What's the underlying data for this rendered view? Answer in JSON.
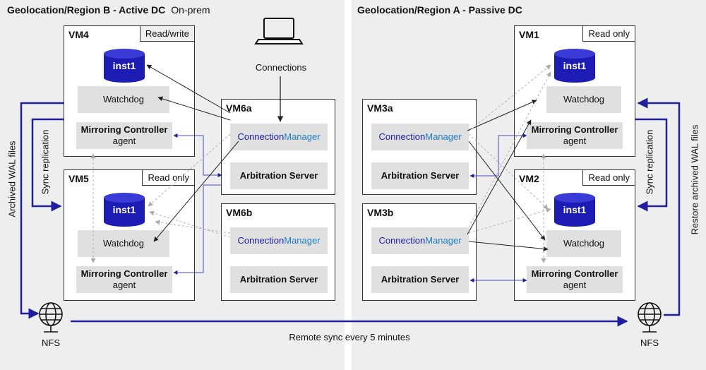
{
  "regions": {
    "b": {
      "title": "Geolocation/Region B - Active DC",
      "note": "On-prem"
    },
    "a": {
      "title": "Geolocation/Region A - Passive DC"
    }
  },
  "client": {
    "label": "Connections",
    "icon": "laptop-icon"
  },
  "vms": {
    "vm4": {
      "name": "VM4",
      "tag": "Read/write",
      "db": "inst1",
      "watchdog": "Watchdog",
      "mc_title": "Mirroring Controller",
      "mc_sub": "agent"
    },
    "vm5": {
      "name": "VM5",
      "tag": "Read only",
      "db": "inst1",
      "watchdog": "Watchdog",
      "mc_title": "Mirroring Controller",
      "mc_sub": "agent"
    },
    "vm1": {
      "name": "VM1",
      "tag": "Read only",
      "db": "inst1",
      "watchdog": "Watchdog",
      "mc_title": "Mirroring Controller",
      "mc_sub": "agent"
    },
    "vm2": {
      "name": "VM2",
      "tag": "Read only",
      "db": "inst1",
      "watchdog": "Watchdog",
      "mc_title": "Mirroring Controller",
      "mc_sub": "agent"
    },
    "vm6a": {
      "name": "VM6a",
      "cm1": "Connection ",
      "cm2": "Manager",
      "arb": "Arbitration Server"
    },
    "vm6b": {
      "name": "VM6b",
      "cm1": "Connection ",
      "cm2": "Manager",
      "arb": "Arbitration Server"
    },
    "vm3a": {
      "name": "VM3a",
      "cm1": "Connection ",
      "cm2": "Manager",
      "arb": "Arbitration Server"
    },
    "vm3b": {
      "name": "VM3b",
      "cm1": "Connection ",
      "cm2": "Manager",
      "arb": "Arbitration Server"
    }
  },
  "labels": {
    "sync_left": "Sync replication",
    "sync_right": "Sync replication",
    "archived": "Archived WAL files",
    "restore": "Restore archived WAL files",
    "remote": "Remote sync every 5 minutes"
  },
  "nfs": {
    "left": "NFS",
    "right": "NFS",
    "icon": "globe-icon"
  },
  "colors": {
    "accent": "#1f1f9e",
    "region_bg": "#eeeeee",
    "panel": "#e0e0e0",
    "db_top": "#3a3ad6",
    "db_body": "#1c1cb4"
  }
}
